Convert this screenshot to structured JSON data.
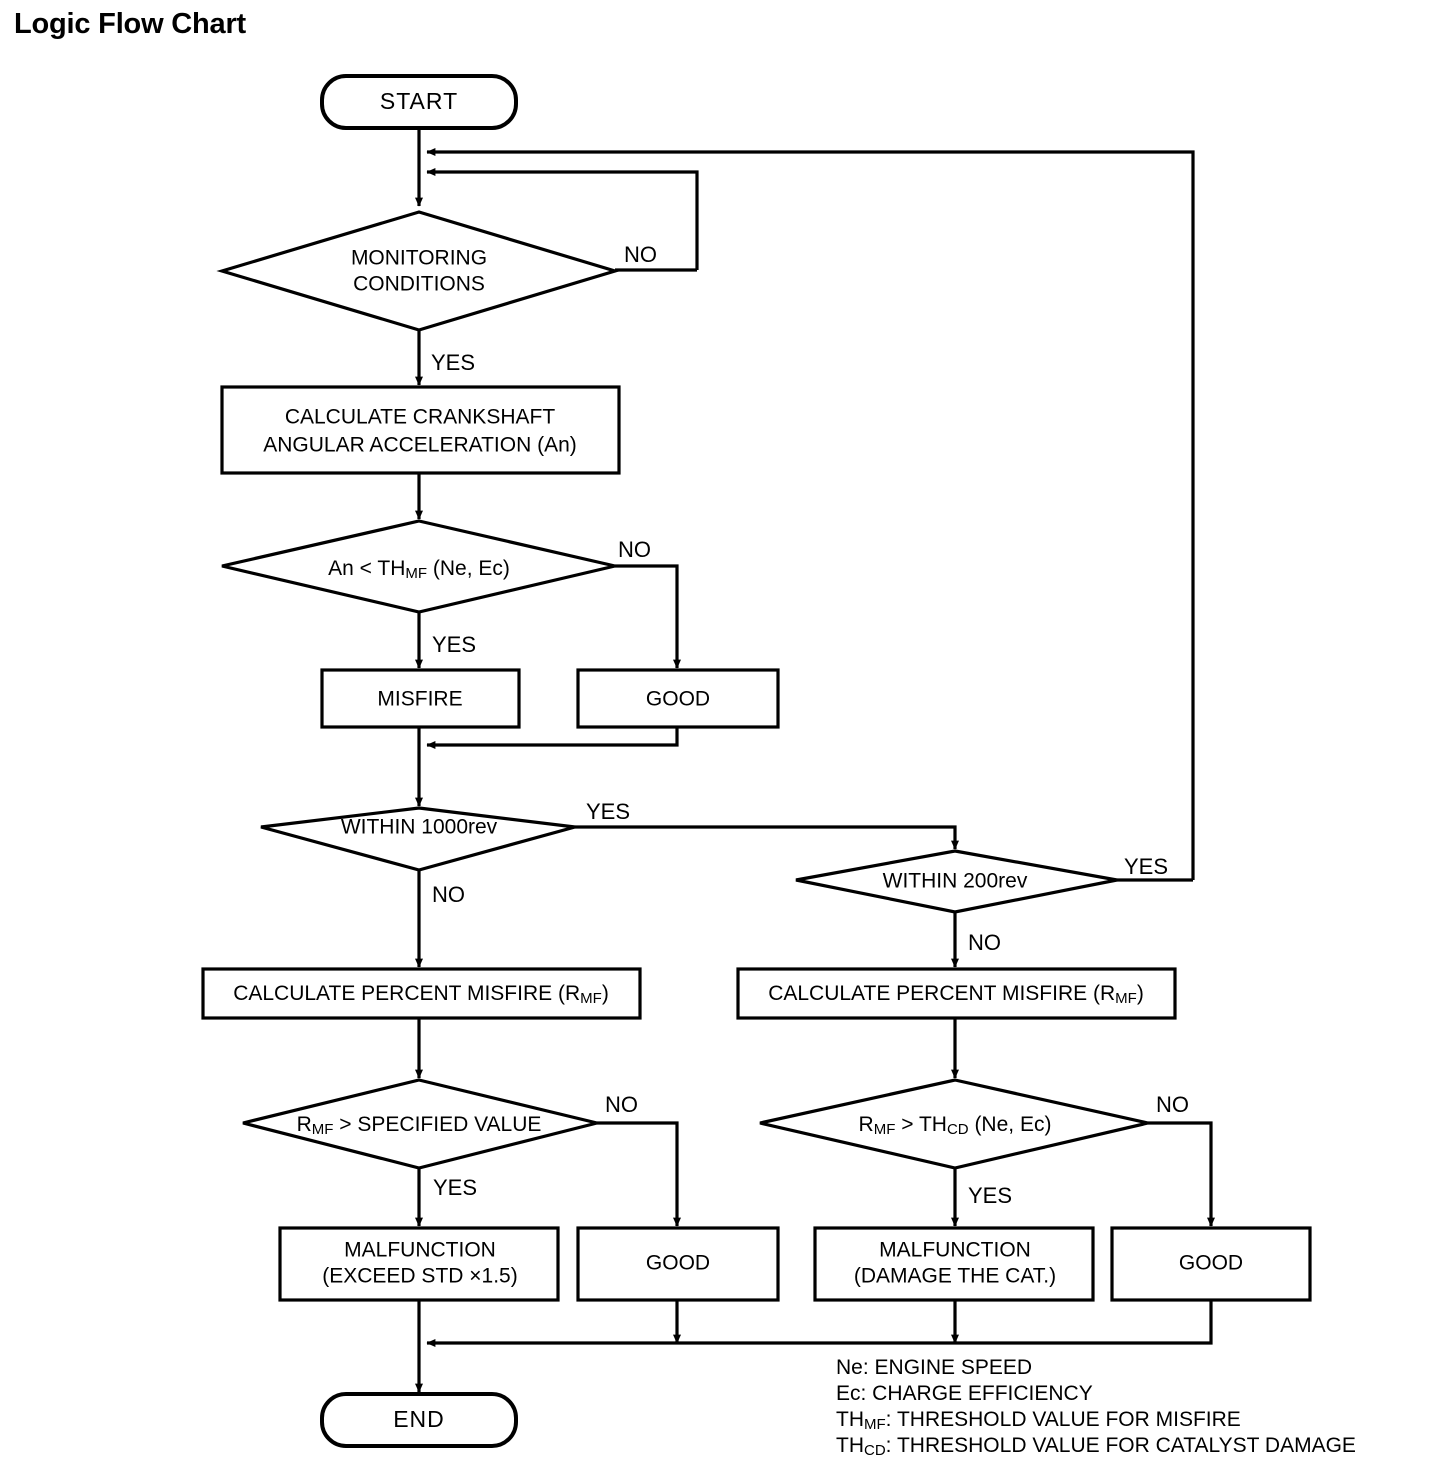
{
  "page": {
    "title": "Logic Flow Chart",
    "background_color": "#ffffff",
    "line_color": "#000000"
  },
  "chart_data": {
    "type": "diagram",
    "diagram_type": "flowchart",
    "title": "Logic Flow Chart",
    "nodes": [
      {
        "id": "start",
        "shape": "terminator",
        "label": "START"
      },
      {
        "id": "monitoring",
        "shape": "decision",
        "label_line1": "MONITORING",
        "label_line2": "CONDITIONS"
      },
      {
        "id": "calc_accel",
        "shape": "process",
        "label_line1": "CALCULATE CRANKSHAFT",
        "label_line2": "ANGULAR ACCELERATION (An)"
      },
      {
        "id": "an_lt_thmf",
        "shape": "decision",
        "label_pre": "An < TH",
        "label_sub": "MF",
        "label_post": " (Ne,  Ec)"
      },
      {
        "id": "misfire",
        "shape": "process",
        "label": "MISFIRE"
      },
      {
        "id": "good_1",
        "shape": "process",
        "label": "GOOD"
      },
      {
        "id": "within1000",
        "shape": "decision",
        "label": "WITHIN 1000rev"
      },
      {
        "id": "within200",
        "shape": "decision",
        "label": "WITHIN 200rev"
      },
      {
        "id": "calc_pct_l",
        "shape": "process",
        "label_pre": "CALCULATE PERCENT MISFIRE (R",
        "label_sub": "MF",
        "label_post": ")"
      },
      {
        "id": "calc_pct_r",
        "shape": "process",
        "label_pre": "CALCULATE PERCENT MISFIRE (R",
        "label_sub": "MF",
        "label_post": ")"
      },
      {
        "id": "rmf_spec",
        "shape": "decision",
        "label_pre": "R",
        "label_sub": "MF",
        "label_post": " > SPECIFIED VALUE"
      },
      {
        "id": "rmf_thcd",
        "shape": "decision",
        "label_pre": "R",
        "label_sub": "MF",
        "label_post": " > TH",
        "label_sub2": "CD",
        "label_post2": " (Ne, Ec)"
      },
      {
        "id": "malf_std",
        "shape": "process",
        "label_line1": "MALFUNCTION",
        "label_line2": "(EXCEED STD  ×1.5)"
      },
      {
        "id": "good_2",
        "shape": "process",
        "label": "GOOD"
      },
      {
        "id": "malf_cat",
        "shape": "process",
        "label_line1": "MALFUNCTION",
        "label_line2": "(DAMAGE THE CAT.)"
      },
      {
        "id": "good_3",
        "shape": "process",
        "label": "GOOD"
      },
      {
        "id": "end",
        "shape": "terminator",
        "label": "END"
      }
    ],
    "edge_labels": {
      "monitoring_no": "NO",
      "monitoring_yes": "YES",
      "an_no": "NO",
      "an_yes": "YES",
      "w1000_yes": "YES",
      "w1000_no": "NO",
      "w200_yes": "YES",
      "w200_no": "NO",
      "rmf_spec_no": "NO",
      "rmf_spec_yes": "YES",
      "rmf_thcd_no": "NO",
      "rmf_thcd_yes": "YES"
    },
    "edges": [
      {
        "from": "start",
        "to": "monitoring",
        "label": ""
      },
      {
        "from": "monitoring",
        "to": "monitoring",
        "label": "NO",
        "note": "loop back above monitoring"
      },
      {
        "from": "monitoring",
        "to": "calc_accel",
        "label": "YES"
      },
      {
        "from": "calc_accel",
        "to": "an_lt_thmf",
        "label": ""
      },
      {
        "from": "an_lt_thmf",
        "to": "misfire",
        "label": "YES"
      },
      {
        "from": "an_lt_thmf",
        "to": "good_1",
        "label": "NO"
      },
      {
        "from": "misfire",
        "to": "within1000",
        "label": ""
      },
      {
        "from": "good_1",
        "to": "within1000",
        "label": ""
      },
      {
        "from": "within1000",
        "to": "within200",
        "label": "YES"
      },
      {
        "from": "within1000",
        "to": "calc_pct_l",
        "label": "NO"
      },
      {
        "from": "within200",
        "to": "monitoring",
        "label": "YES",
        "note": "loop back to top"
      },
      {
        "from": "within200",
        "to": "calc_pct_r",
        "label": "NO"
      },
      {
        "from": "calc_pct_l",
        "to": "rmf_spec",
        "label": ""
      },
      {
        "from": "calc_pct_r",
        "to": "rmf_thcd",
        "label": ""
      },
      {
        "from": "rmf_spec",
        "to": "malf_std",
        "label": "YES"
      },
      {
        "from": "rmf_spec",
        "to": "good_2",
        "label": "NO"
      },
      {
        "from": "rmf_thcd",
        "to": "malf_cat",
        "label": "YES"
      },
      {
        "from": "rmf_thcd",
        "to": "good_3",
        "label": "NO"
      },
      {
        "from": "malf_std",
        "to": "end",
        "label": ""
      },
      {
        "from": "good_2",
        "to": "end",
        "label": ""
      },
      {
        "from": "malf_cat",
        "to": "end",
        "label": ""
      },
      {
        "from": "good_3",
        "to": "end",
        "label": ""
      }
    ]
  },
  "legend": {
    "lines": [
      {
        "term": "Ne",
        "sub": "",
        "desc": ": ENGINE SPEED"
      },
      {
        "term": "Ec",
        "sub": "",
        "desc": ": CHARGE EFFICIENCY"
      },
      {
        "term": "TH",
        "sub": "MF",
        "desc": ": THRESHOLD VALUE FOR MISFIRE"
      },
      {
        "term": "TH",
        "sub": "CD",
        "desc": ": THRESHOLD VALUE FOR CATALYST DAMAGE"
      }
    ]
  },
  "nodes_text": {
    "start": "START",
    "end": "END",
    "monitoring_l1": "MONITORING",
    "monitoring_l2": "CONDITIONS",
    "calc_accel_l1": "CALCULATE CRANKSHAFT",
    "calc_accel_l2": "ANGULAR ACCELERATION (An)",
    "an_pre": "An < TH",
    "an_sub": "MF",
    "an_post": " (Ne,  Ec)",
    "misfire": "MISFIRE",
    "good_1": "GOOD",
    "within1000": "WITHIN 1000rev",
    "within200": "WITHIN 200rev",
    "calc_pct_pre": "CALCULATE PERCENT MISFIRE (R",
    "calc_pct_sub": "MF",
    "calc_pct_post": ")",
    "rmf_spec_pre": "R",
    "rmf_spec_sub": "MF",
    "rmf_spec_post": " > SPECIFIED VALUE",
    "rmf_thcd_pre": "R",
    "rmf_thcd_sub": "MF",
    "rmf_thcd_mid": " > TH",
    "rmf_thcd_sub2": "CD",
    "rmf_thcd_post": " (Ne, Ec)",
    "malf_std_l1": "MALFUNCTION",
    "malf_std_l2": "(EXCEED STD  ×1.5)",
    "good_2": "GOOD",
    "malf_cat_l1": "MALFUNCTION",
    "malf_cat_l2": "(DAMAGE THE CAT.)",
    "good_3": "GOOD"
  }
}
